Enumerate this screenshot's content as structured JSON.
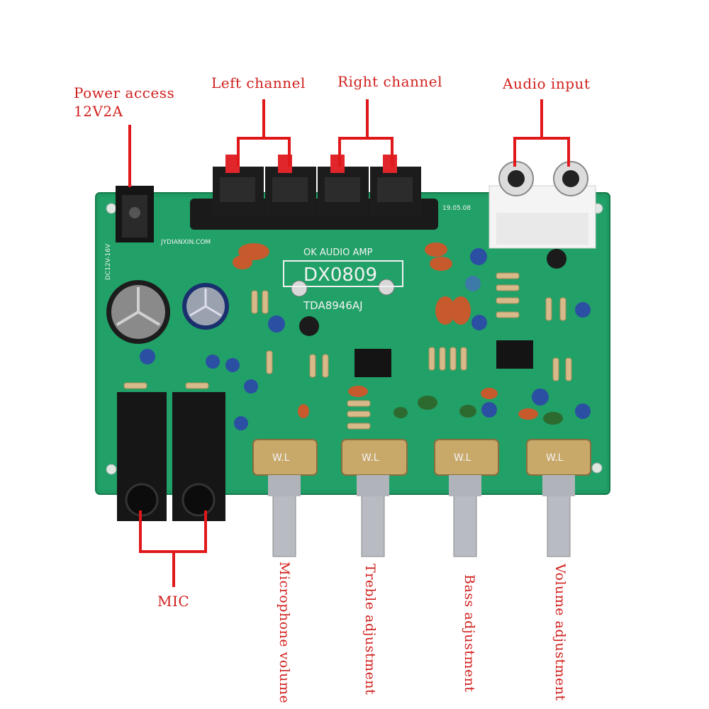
{
  "annotations": {
    "power_line1": "Power access",
    "power_line2": "12V2A",
    "left_channel": "Left channel",
    "right_channel": "Right channel",
    "audio_input": "Audio input",
    "mic": "MIC",
    "mic_volume": "Microphone volume",
    "treble": "Treble adjustment",
    "bass": "Bass adjustment",
    "volume": "Volume adjustment"
  },
  "board": {
    "model": "DX0809",
    "subtitle": "OK AUDIO AMP",
    "chip": "TDA8946AJ",
    "website": "JYDIANXIN.COM",
    "date": "19.05.08",
    "power_rating": "DC12V-16V",
    "pot_marking": "W.L"
  },
  "colors": {
    "pcb": "#1f9a62",
    "annotation": "#d0201d"
  }
}
